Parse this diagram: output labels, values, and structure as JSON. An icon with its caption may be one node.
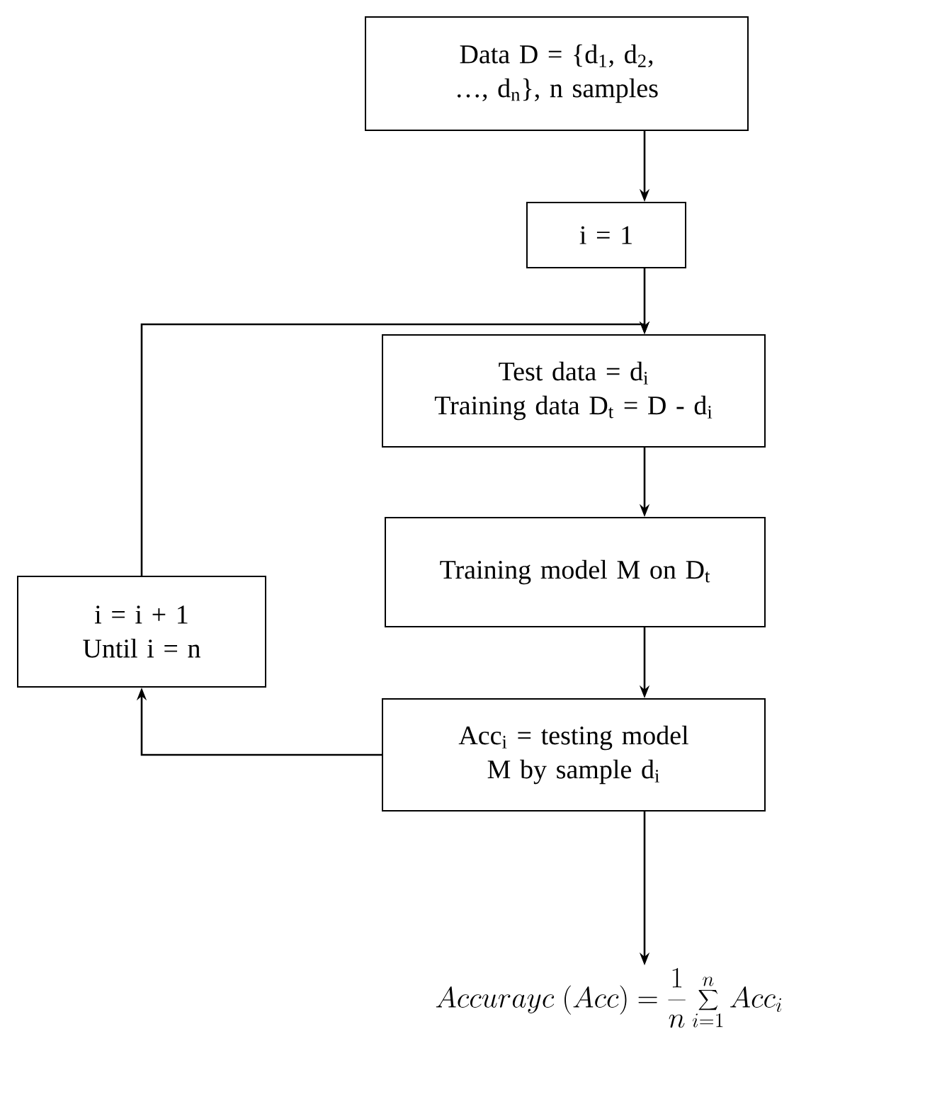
{
  "diagram": {
    "nodes": [
      {
        "text": [
          "Data D = {d$_{1}$, d$_{2}$, …, d$_{n}$}, n samples"
        ]
      },
      {
        "text": [
          "i = 1"
        ]
      },
      {
        "text": [
          "Test data = d$_{i}$",
          "Training data D$_{t}$ = D - d$_{i}$"
        ]
      },
      {
        "text": [
          "Training model M on D$_{t}$"
        ]
      },
      {
        "text": [
          "Acc$_{i}$ = testing model M by sample d$_{i}$"
        ]
      },
      {
        "text": [
          "i = i + 1 Until i = n"
        ]
      },
      {
        "text": [
          "\\displaystyle Accurayc\\ (Acc) = \\frac{1}{n}\\sum_{i=1}^{n} Acc_{i}"
        ]
      }
    ],
    "edges": [
      {
        "from": 0,
        "to": 1,
        "arrow": "to"
      },
      {
        "from": 1,
        "to": 2,
        "arrow": "to"
      },
      {
        "from": 5,
        "to": 2,
        "arrow": "to"
      },
      {
        "from": 2,
        "to": 3,
        "arrow": "to"
      },
      {
        "from": 3,
        "to": 4,
        "arrow": "to"
      },
      {
        "from": 4,
        "to": 5,
        "arrow": "to"
      },
      {
        "from": 4,
        "to": 6,
        "arrow": "to"
      }
    ]
  }
}
